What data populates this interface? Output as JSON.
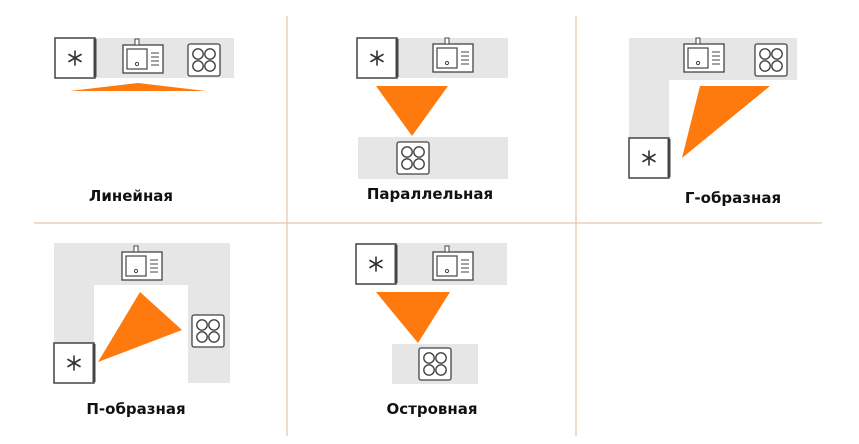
{
  "colors": {
    "counter": "#e6e6e6",
    "triangle": "#ff7a0e",
    "divider": "#e2c8a3",
    "appliance_stroke": "#444444",
    "appliance_fill": "#ffffff"
  },
  "layouts": [
    {
      "label": "Линейная",
      "icons": [
        "fridge-icon",
        "sink-icon",
        "stove-icon"
      ]
    },
    {
      "label": "Параллельная",
      "icons": [
        "fridge-icon",
        "sink-icon",
        "stove-icon"
      ]
    },
    {
      "label": "Г-образная",
      "icons": [
        "fridge-icon",
        "sink-icon",
        "stove-icon"
      ]
    },
    {
      "label": "П-образная",
      "icons": [
        "fridge-icon",
        "sink-icon",
        "stove-icon"
      ]
    },
    {
      "label": "Островная",
      "icons": [
        "fridge-icon",
        "sink-icon",
        "stove-icon"
      ]
    }
  ]
}
